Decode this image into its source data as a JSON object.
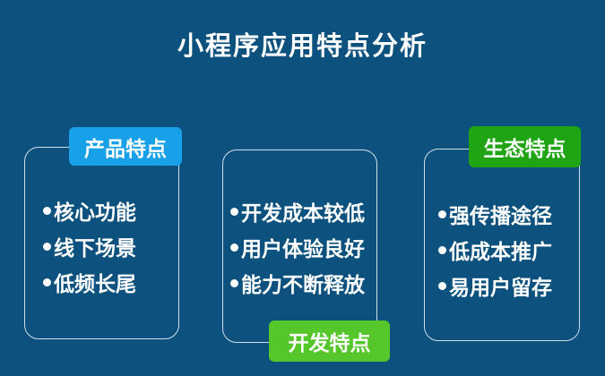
{
  "title": "小程序应用特点分析",
  "colors": {
    "background": "#0d527e",
    "box_border": "#deecf6",
    "text": "#ffffff",
    "tag_product": "#18a0e9",
    "tag_eco": "#1fa513",
    "tag_dev": "#55c72b"
  },
  "icons": {
    "bullet_icon": "filled-circle"
  },
  "groups": [
    {
      "id": "product",
      "tag": "产品特点",
      "tag_position": "top-left",
      "items": [
        "核心功能",
        "线下场景",
        "低频长尾"
      ]
    },
    {
      "id": "dev",
      "tag": "开发特点",
      "tag_position": "bottom-right",
      "items": [
        "开发成本较低",
        "用户体验良好",
        "能力不断释放"
      ]
    },
    {
      "id": "eco",
      "tag": "生态特点",
      "tag_position": "top-right",
      "items": [
        "强传播途径",
        "低成本推广",
        "易用户留存"
      ]
    }
  ]
}
